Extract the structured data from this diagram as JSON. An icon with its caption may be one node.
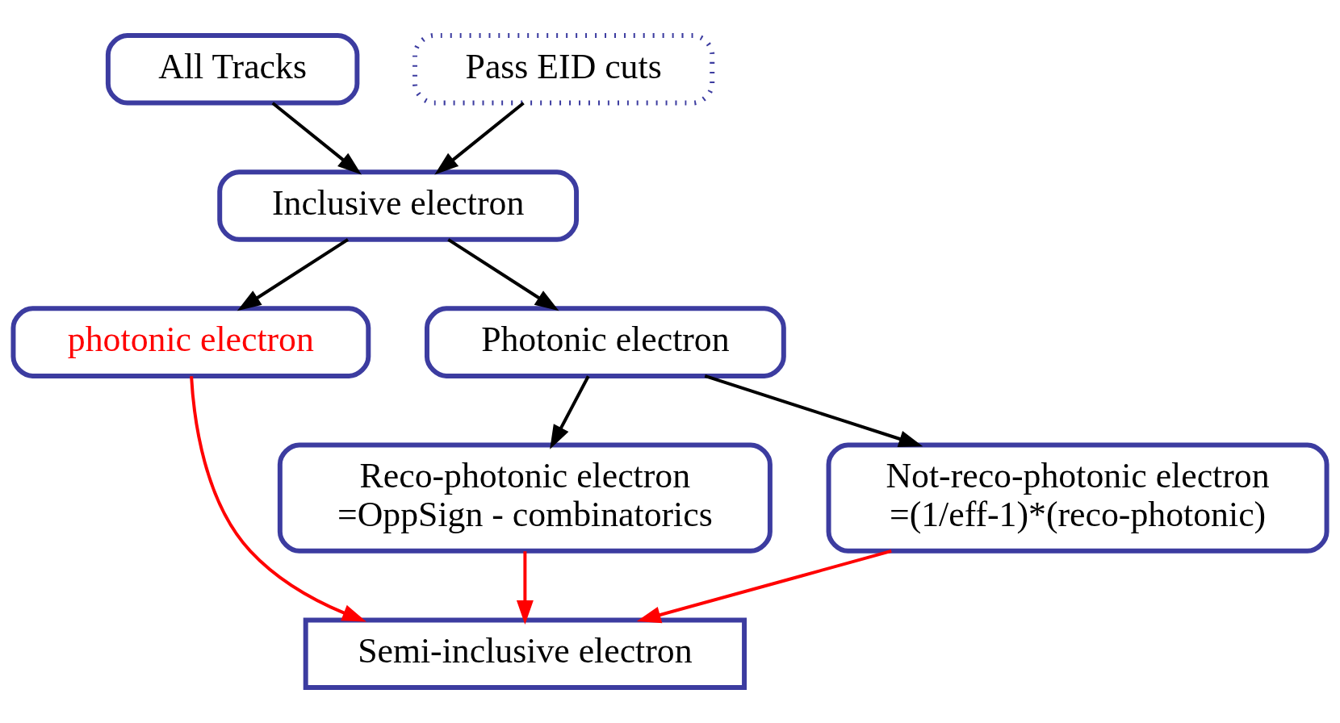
{
  "diagram": {
    "nodes": [
      {
        "text": [
          "All Tracks"
        ]
      },
      {
        "text": [
          "Pass EID cuts"
        ]
      },
      {
        "text": [
          "Inclusive electron"
        ]
      },
      {
        "text": [
          "photonic electron"
        ]
      },
      {
        "text": [
          "Photonic electron"
        ]
      },
      {
        "text": [
          "Reco-photonic electron",
          "=OppSign - combinatorics"
        ]
      },
      {
        "text": [
          "Not-reco-photonic electron",
          "=(1/eff-1)*(reco-photonic)"
        ]
      },
      {
        "text": [
          "Semi-inclusive electron"
        ]
      }
    ],
    "edges": [
      {
        "from": 0,
        "to": 2,
        "arrow": "to"
      },
      {
        "from": 1,
        "to": 2,
        "arrow": "to"
      },
      {
        "from": 2,
        "to": 3,
        "arrow": "to"
      },
      {
        "from": 2,
        "to": 4,
        "arrow": "to"
      },
      {
        "from": 4,
        "to": 5,
        "arrow": "to"
      },
      {
        "from": 4,
        "to": 6,
        "arrow": "to"
      },
      {
        "from": 3,
        "to": 7,
        "arrow": "to",
        "color": "#ff0000"
      },
      {
        "from": 5,
        "to": 7,
        "arrow": "to",
        "color": "#ff0000"
      },
      {
        "from": 6,
        "to": 7,
        "arrow": "to",
        "color": "#ff0000"
      }
    ]
  }
}
